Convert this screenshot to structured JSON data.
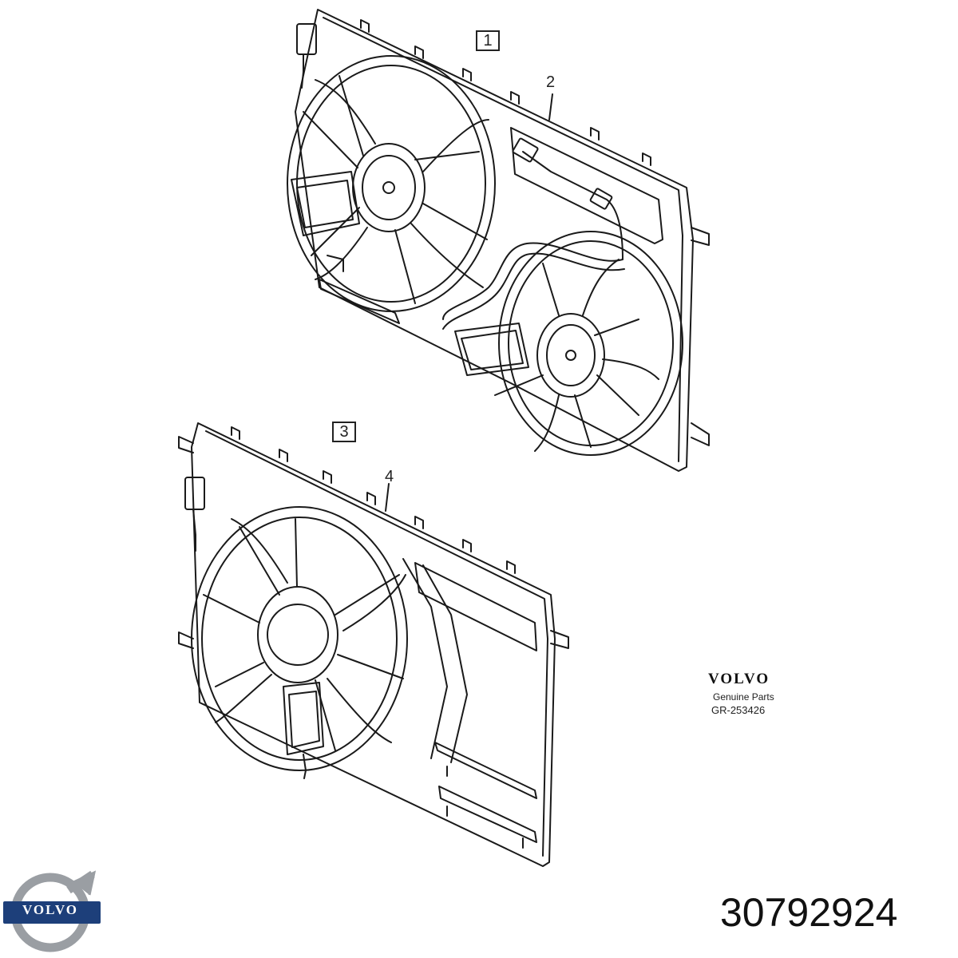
{
  "callouts": {
    "assembly_1": "1",
    "shroud_2": "2",
    "assembly_3": "3",
    "shroud_4": "4"
  },
  "brand": {
    "wordmark": "VOLVO",
    "subtitle": "Genuine Parts",
    "diagram_code": "GR-253426"
  },
  "logo": {
    "wordmark": "VOLVO",
    "ring_color": "#9a9ea3",
    "band_color": "#1d3f7a"
  },
  "part_number": "30792924",
  "colors": {
    "line": "#1a1a1a",
    "background": "#ffffff"
  }
}
